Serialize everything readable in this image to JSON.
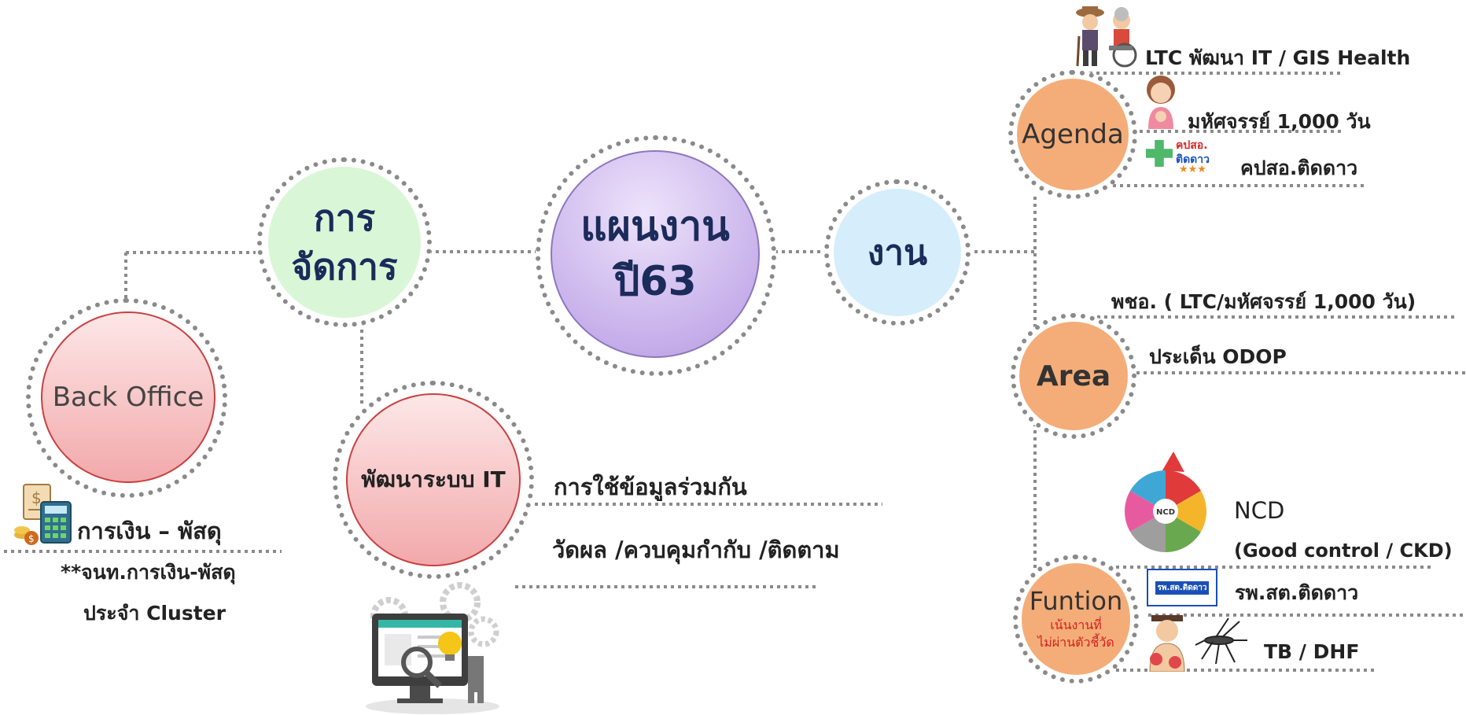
{
  "center": {
    "line1": "แผนงาน",
    "line2": "ปี63"
  },
  "management": {
    "line1": "การ",
    "line2": "จัดการ"
  },
  "work": {
    "label": "งาน"
  },
  "back_office": {
    "label": "Back Office"
  },
  "it_dev": {
    "label": "พัฒนาระบบ IT"
  },
  "finance": {
    "label": "การเงิน – พัสดุ",
    "note1": "**จนท.การเงิน-พัสดุ",
    "note2": "ประจำ Cluster"
  },
  "it_items": [
    "การใช้ข้อมูลร่วมกัน",
    "วัดผล /ควบคุมกำกับ /ติดตาม"
  ],
  "agenda": {
    "label": "Agenda",
    "items": [
      "LTC พัฒนา IT / GIS Health",
      "มหัศจรรย์ 1,000 วัน",
      "คปสอ.ติดดาว"
    ],
    "badge_line1": "คปสอ.",
    "badge_line2": "ติดดาว"
  },
  "area": {
    "label": "Area",
    "items": [
      "พชอ. ( LTC/มหัศจรรย์ 1,000 วัน)",
      "ประเด็น ODOP"
    ]
  },
  "function": {
    "label": "Funtion",
    "sub1": "เน้นงานที่",
    "sub2": "ไม่ผ่านตัวชี้วัด",
    "ncd_title": "NCD",
    "ncd_sub": "(Good control / CKD)",
    "ncd_center": "NCD",
    "items": [
      "รพ.สต.ติดดาว",
      "TB / DHF"
    ],
    "badge_text": "รพ.สต.ติดดาว"
  },
  "colors": {
    "purple": "#c9b3ea",
    "green": "#d9f7d6",
    "blue": "#d6eefb",
    "pink": "#f7b4b6",
    "orange": "#f4ad78",
    "navy": "#1b2b5a",
    "dots": "#8a8a8a"
  }
}
